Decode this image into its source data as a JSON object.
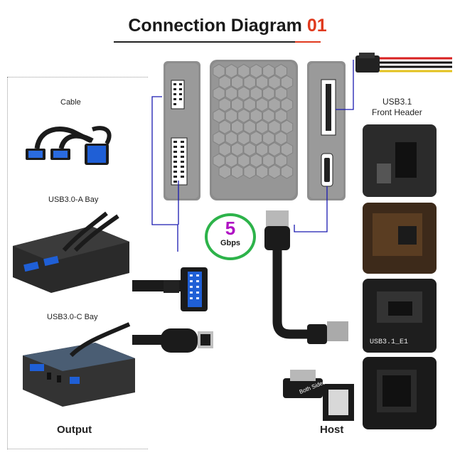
{
  "title": {
    "text": "Connection Diagram",
    "number": "01"
  },
  "labels": {
    "cable": "Cable",
    "usb30a": "USB3.0-A Bay",
    "usb30c": "USB3.0-C Bay",
    "front_header_line1": "USB3.1",
    "front_header_line2": "Front Header",
    "output": "Output",
    "host": "Host"
  },
  "badge": {
    "value": "5",
    "unit": "Gbps"
  },
  "board_labels": {
    "b3": "USB3.1_E1"
  },
  "adapter_text": "Both Sides",
  "colors": {
    "accent": "#e03a1e",
    "badge_ring": "#2db34a",
    "badge_num": "#b012c4",
    "usb_blue": "#1f5fd6",
    "wire_blue": "#1a1ab0"
  },
  "icons": [
    "usb3-cable-icon",
    "front-bay-icon",
    "typec-bay-icon",
    "hub-board-icon",
    "sata-power-icon",
    "micro-b-cable-icon",
    "motherboard-photo"
  ]
}
